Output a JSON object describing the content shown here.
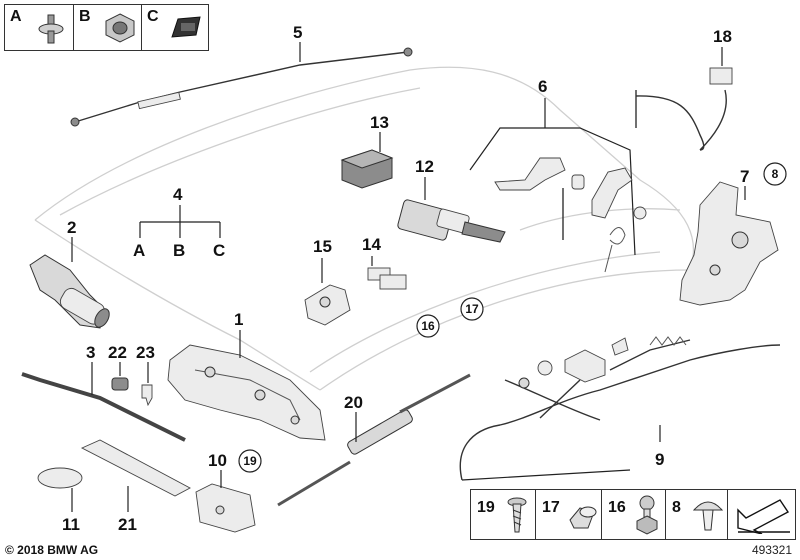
{
  "legend": [
    {
      "letter": "A",
      "icon": "stud-bolt-icon"
    },
    {
      "letter": "B",
      "icon": "hex-nut-icon"
    },
    {
      "letter": "C",
      "icon": "rubber-clip-icon"
    }
  ],
  "callouts": {
    "n1": "1",
    "n2": "2",
    "n3": "3",
    "n4": "4",
    "n5": "5",
    "n6": "6",
    "n7": "7",
    "n9": "9",
    "n10": "10",
    "n11": "11",
    "n12": "12",
    "n13": "13",
    "n14": "14",
    "n15": "15",
    "n18": "18",
    "n20": "20",
    "n21": "21",
    "n22": "22",
    "n23": "23"
  },
  "sub_labels": {
    "a": "A",
    "b": "B",
    "c": "C"
  },
  "circled": {
    "c8": "8",
    "c16": "16",
    "c17": "17",
    "c19": "19"
  },
  "bottom_parts": [
    {
      "number": "19",
      "icon": "screw-icon"
    },
    {
      "number": "17",
      "icon": "plug-icon"
    },
    {
      "number": "16",
      "icon": "ball-stud-icon"
    },
    {
      "number": "8",
      "icon": "expanding-rivet-icon"
    },
    {
      "number": "",
      "icon": "arrow-icon"
    }
  ],
  "footer": {
    "copyright": "© 2018 BMW AG",
    "doc_id": "493321"
  }
}
